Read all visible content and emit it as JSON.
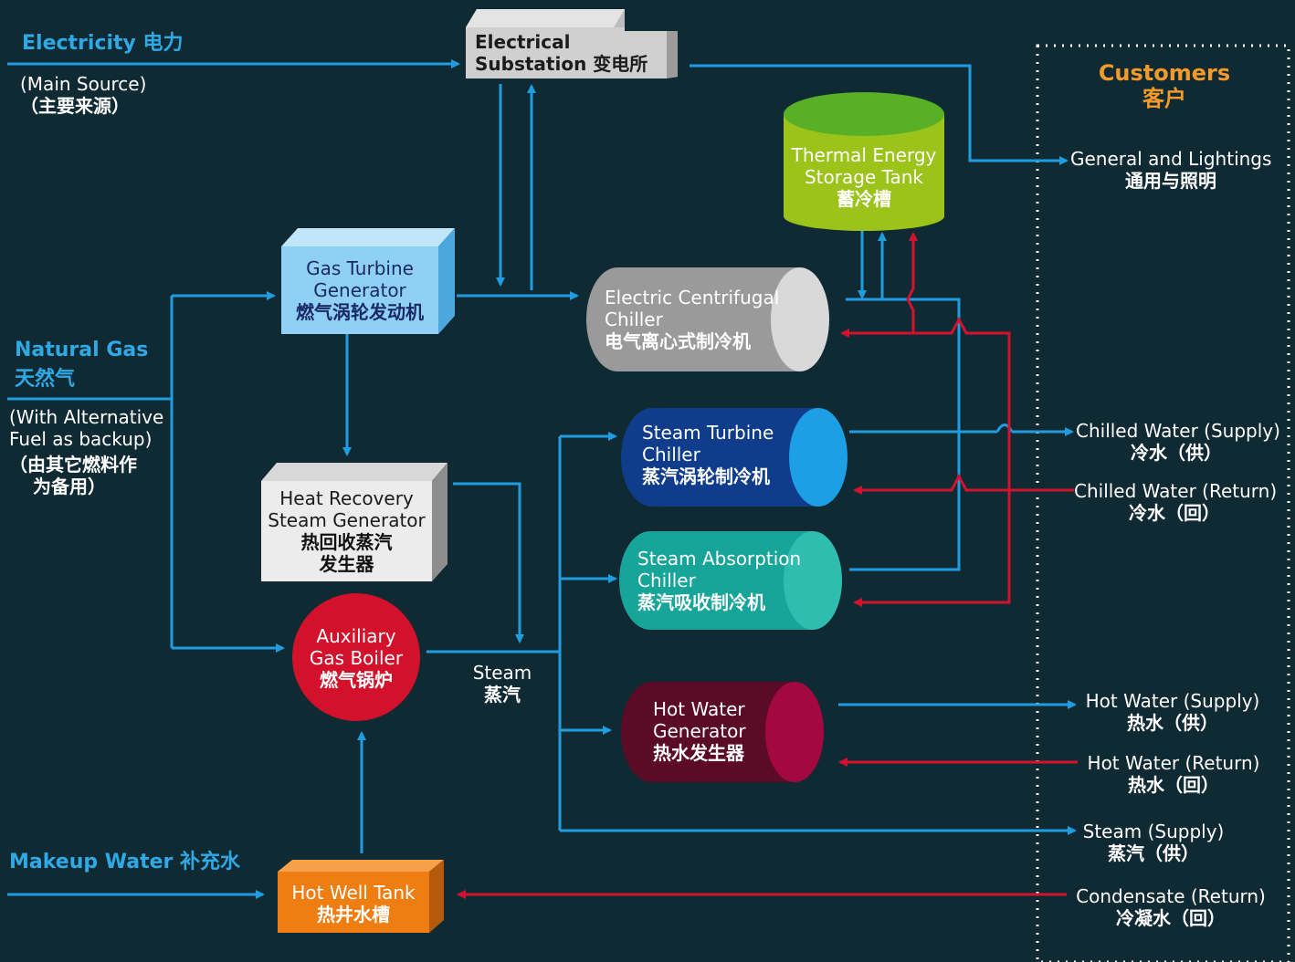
{
  "sources": {
    "electricity": {
      "title": "Electricity 电力",
      "note_en": "(Main Source)",
      "note_zh": "（主要来源）"
    },
    "natural_gas": {
      "title_en": "Natural Gas",
      "title_zh": "天然气",
      "note_en_1": "(With Alternative",
      "note_en_2": "Fuel as backup)",
      "note_zh_1": "（由其它燃料作",
      "note_zh_2": "为备用）"
    },
    "makeup_water": {
      "title": "Makeup Water 补充水"
    }
  },
  "nodes": {
    "substation": {
      "en_1": "Electrical",
      "en_2": "Substation 变电所"
    },
    "gas_turbine": {
      "en_1": "Gas Turbine",
      "en_2": "Generator",
      "zh": "燃气涡轮发动机"
    },
    "hrsg": {
      "en_1": "Heat Recovery",
      "en_2": "Steam Generator",
      "zh_1": "热回收蒸汽",
      "zh_2": "发生器"
    },
    "aux_boiler": {
      "en_1": "Auxiliary",
      "en_2": "Gas Boiler",
      "zh": "燃气锅炉"
    },
    "hot_well": {
      "en": "Hot Well Tank",
      "zh": "热井水槽"
    },
    "tes_tank": {
      "en_1": "Thermal Energy",
      "en_2": "Storage Tank",
      "zh": "蓄冷槽"
    },
    "centrifugal": {
      "en_1": "Electric Centrifugal",
      "en_2": "Chiller",
      "zh": "电气离心式制冷机"
    },
    "steam_turbine_chiller": {
      "en_1": "Steam Turbine",
      "en_2": "Chiller",
      "zh": "蒸汽涡轮制冷机"
    },
    "absorption": {
      "en_1": "Steam Absorption",
      "en_2": "Chiller",
      "zh": "蒸汽吸收制冷机"
    },
    "hot_water_gen": {
      "en_1": "Hot Water",
      "en_2": "Generator",
      "zh": "热水发生器"
    }
  },
  "steam_label": {
    "en": "Steam",
    "zh": "蒸汽"
  },
  "customers": {
    "title_en": "Customers",
    "title_zh": "客户",
    "items": [
      {
        "en": "General and Lightings",
        "zh": "通用与照明"
      },
      {
        "en": "Chilled Water (Supply)",
        "zh": "冷水（供）"
      },
      {
        "en": "Chilled Water (Return)",
        "zh": "冷水（回）"
      },
      {
        "en": "Hot Water (Supply)",
        "zh": "热水（供）"
      },
      {
        "en": "Hot Water (Return)",
        "zh": "热水（回）"
      },
      {
        "en": "Steam (Supply)",
        "zh": "蒸汽（供）"
      },
      {
        "en": "Condensate (Return)",
        "zh": "冷凝水（回）"
      }
    ]
  },
  "colors": {
    "background": "#102a33",
    "supply_line": "#1f9de0",
    "return_line": "#d3122f",
    "accent_orange": "#f39a2a",
    "gas_turbine_box": "#8fd0f4",
    "hrsg_box": "#e9e9e9",
    "substation_box": "#cfcfcf",
    "aux_boiler": "#d3112a",
    "hot_well_tank": "#ee7d12",
    "tes_tank": "#9bc31a",
    "centrifugal_chiller": "#9a9a9a",
    "steam_turbine_chiller": "#0f3d8c",
    "absorption_chiller": "#17a59a",
    "hot_water_generator": "#5c0b27"
  }
}
